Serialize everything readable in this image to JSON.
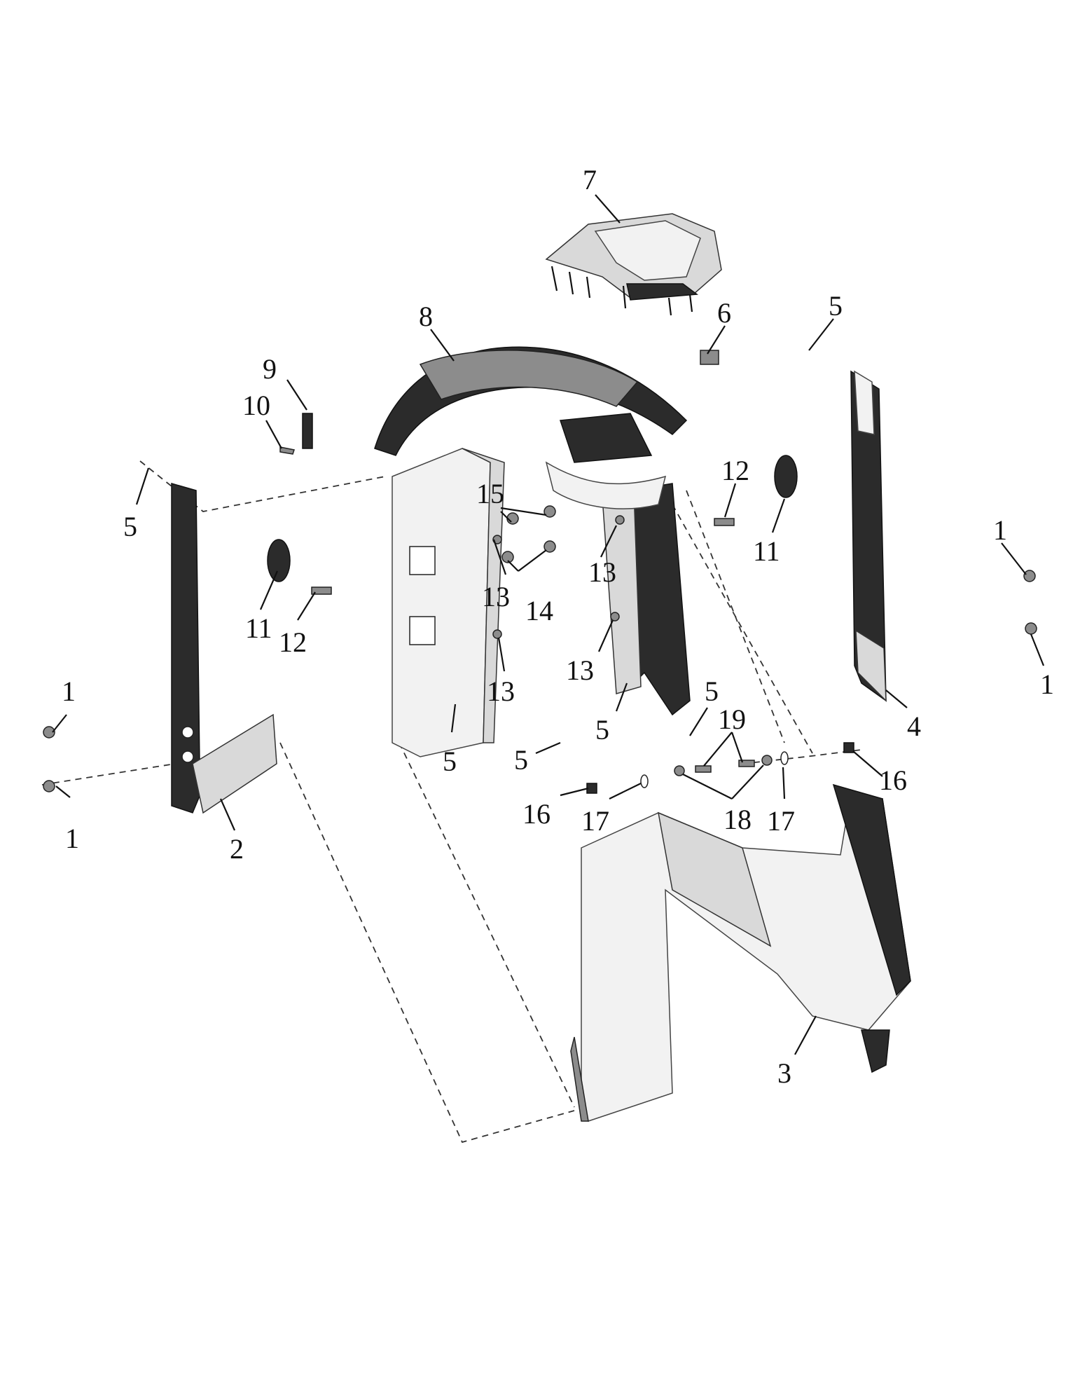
{
  "callouts": [
    {
      "id": "c1a",
      "label": "1"
    },
    {
      "id": "c1b",
      "label": "1"
    },
    {
      "id": "c1c",
      "label": "1"
    },
    {
      "id": "c1d",
      "label": "1"
    },
    {
      "id": "c2",
      "label": "2"
    },
    {
      "id": "c3",
      "label": "3"
    },
    {
      "id": "c4",
      "label": "4"
    },
    {
      "id": "c5a",
      "label": "5"
    },
    {
      "id": "c5b",
      "label": "5"
    },
    {
      "id": "c5c",
      "label": "5"
    },
    {
      "id": "c5d",
      "label": "5"
    },
    {
      "id": "c5e",
      "label": "5"
    },
    {
      "id": "c5f",
      "label": "5"
    },
    {
      "id": "c6",
      "label": "6"
    },
    {
      "id": "c7",
      "label": "7"
    },
    {
      "id": "c8",
      "label": "8"
    },
    {
      "id": "c9",
      "label": "9"
    },
    {
      "id": "c10",
      "label": "10"
    },
    {
      "id": "c11a",
      "label": "11"
    },
    {
      "id": "c11b",
      "label": "11"
    },
    {
      "id": "c12a",
      "label": "12"
    },
    {
      "id": "c12b",
      "label": "12"
    },
    {
      "id": "c13a",
      "label": "13"
    },
    {
      "id": "c13b",
      "label": "13"
    },
    {
      "id": "c13c",
      "label": "13"
    },
    {
      "id": "c13d",
      "label": "13"
    },
    {
      "id": "c14",
      "label": "14"
    },
    {
      "id": "c15",
      "label": "15"
    },
    {
      "id": "c16a",
      "label": "16"
    },
    {
      "id": "c16b",
      "label": "16"
    },
    {
      "id": "c17a",
      "label": "17"
    },
    {
      "id": "c17b",
      "label": "17"
    },
    {
      "id": "c18",
      "label": "18"
    },
    {
      "id": "c19",
      "label": "19"
    }
  ]
}
